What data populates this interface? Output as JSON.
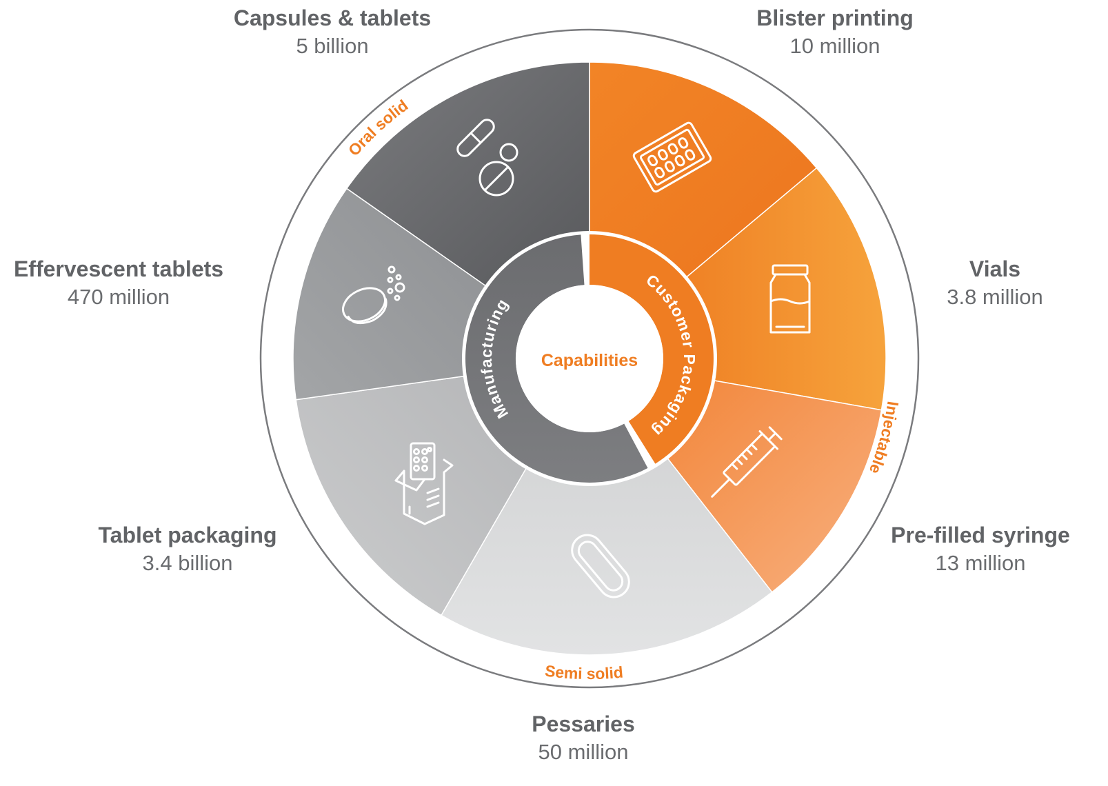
{
  "center_label": "Capabilities",
  "inner": {
    "manufacturing": "Manufacturing",
    "customer_packaging": "Customer Packaging"
  },
  "forms": {
    "oral_solid": "Oral solid",
    "injectable": "Injectable",
    "semi_solid": "Semi solid"
  },
  "segments": [
    {
      "id": "capsules-tablets",
      "name": "Capsules & tablets",
      "value": "5 billion",
      "icon": "capsule-pill-icon",
      "color": "#6d6e71"
    },
    {
      "id": "blister-printing",
      "name": "Blister printing",
      "value": "10 million",
      "icon": "blister-pack-icon",
      "color": "#ef7d22"
    },
    {
      "id": "vials",
      "name": "Vials",
      "value": "3.8 million",
      "icon": "vial-icon",
      "color": "#f49a33"
    },
    {
      "id": "pre-filled-syringe",
      "name": "Pre-filled syringe",
      "value": "13 million",
      "icon": "syringe-icon",
      "color": "#f59a5a"
    },
    {
      "id": "pessaries",
      "name": "Pessaries",
      "value": "50 million",
      "icon": "pessary-icon",
      "color": "#dcdcdd"
    },
    {
      "id": "tablet-packaging",
      "name": "Tablet packaging",
      "value": "3.4 billion",
      "icon": "tablet-box-icon",
      "color": "#c3c4c6"
    },
    {
      "id": "effervescent-tablets",
      "name": "Effervescent tablets",
      "value": "470 million",
      "icon": "effervescent-tablet-icon",
      "color": "#9c9ea1"
    }
  ],
  "colors": {
    "orange_accent": "#ef7d22",
    "grey_text": "#616366",
    "outer_ring": "#7a7b7e"
  }
}
